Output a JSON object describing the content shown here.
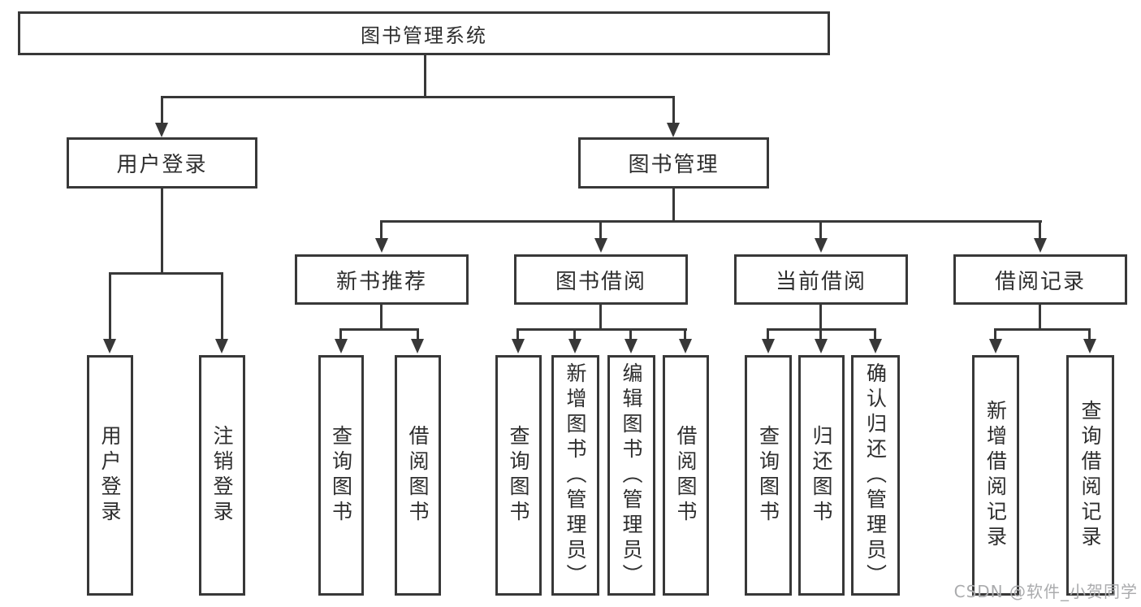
{
  "tree": {
    "root": "图书管理系统",
    "children": [
      {
        "label": "用户登录",
        "leaves": [
          "用户登录",
          "注销登录"
        ]
      },
      {
        "label": "图书管理",
        "children": [
          {
            "label": "新书推荐",
            "leaves": [
              "查询图书",
              "借阅图书"
            ]
          },
          {
            "label": "图书借阅",
            "leaves": [
              "查询图书",
              "新增图书（管理员）",
              "编辑图书（管理员）",
              "借阅图书"
            ]
          },
          {
            "label": "当前借阅",
            "leaves": [
              "查询图书",
              "归还图书",
              "确认归还（管理员）"
            ]
          },
          {
            "label": "借阅记录",
            "leaves": [
              "新增借阅记录",
              "查询借阅记录"
            ]
          }
        ]
      }
    ]
  },
  "watermark": "CSDN @软件_小贺同学",
  "colors": {
    "line": "#383838",
    "text": "#2e2e2e",
    "watermark": "#aaabad",
    "background": "#ffffff"
  }
}
